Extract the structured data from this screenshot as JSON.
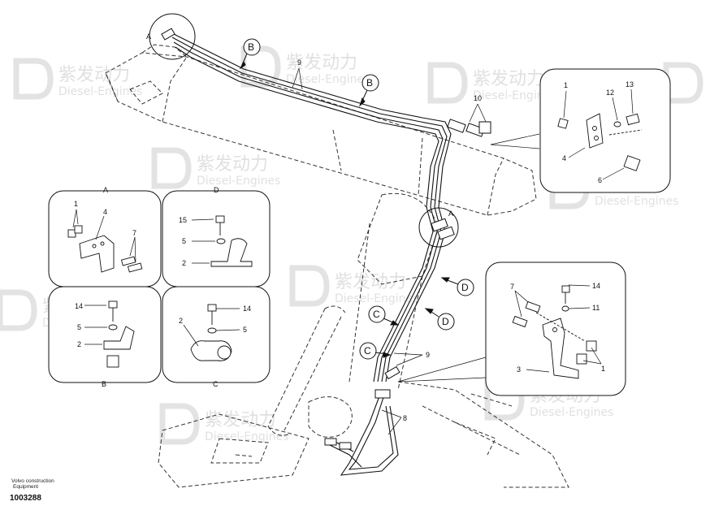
{
  "watermark": {
    "brand": "紫发动力",
    "sub": "Diesel-Engines"
  },
  "callouts": {
    "B1": "B",
    "B2": "B",
    "D1": "D",
    "D2": "D",
    "C1": "C",
    "C2": "C",
    "A_top": "A",
    "A_mid": "A",
    "n9_top": "9",
    "n9_bottom": "9",
    "n10": "10",
    "n8": "8"
  },
  "inset_top_right": {
    "n1": "1",
    "n12": "12",
    "n13": "13",
    "n4": "4",
    "n6": "6"
  },
  "inset_A": {
    "title": "A",
    "n1": "1",
    "n4": "4",
    "n7": "7"
  },
  "inset_D": {
    "title": "D",
    "n15": "15",
    "n5": "5",
    "n2": "2"
  },
  "inset_B": {
    "title": "B",
    "n14": "14",
    "n5": "5",
    "n2": "2"
  },
  "inset_C": {
    "title": "C",
    "n2": "2",
    "n14": "14",
    "n5": "5"
  },
  "inset_bottom_right": {
    "n7": "7",
    "n14": "14",
    "n11": "11",
    "n3": "3",
    "n1": "1"
  },
  "footer": {
    "line1": "Volvo construction",
    "line2": "Equipment",
    "number": "1003288"
  }
}
